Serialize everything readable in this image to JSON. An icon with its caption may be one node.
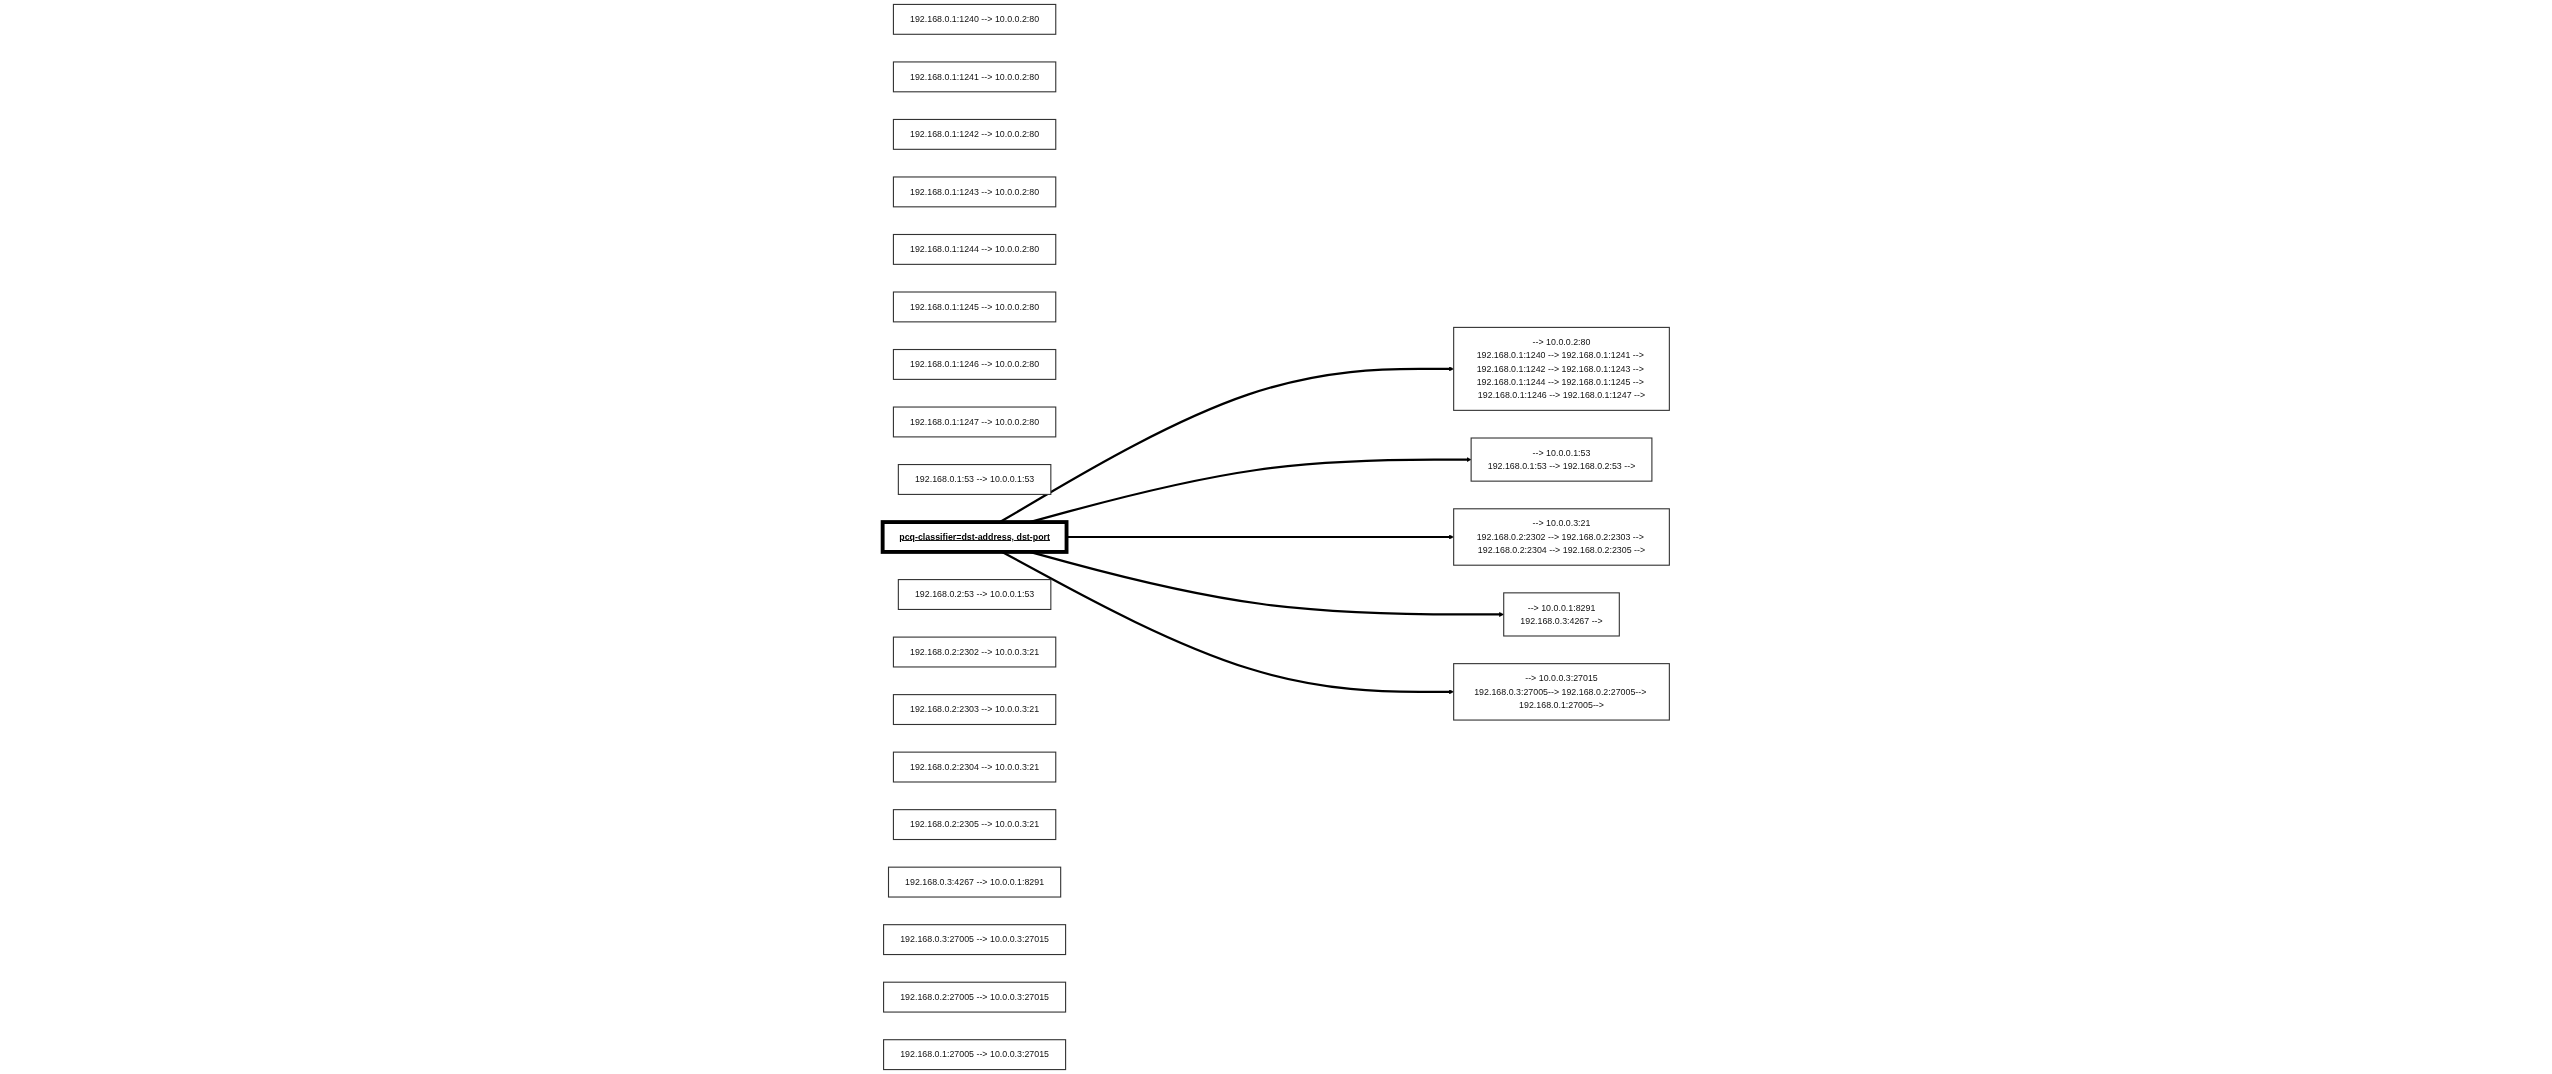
{
  "diagram": {
    "nodes": [
      {
        "text": [
          "192.168.0.1:1240 --> 10.0.0.2:80"
        ]
      },
      {
        "text": [
          "192.168.0.1:1241 --> 10.0.0.2:80"
        ]
      },
      {
        "text": [
          "192.168.0.1:1242 --> 10.0.0.2:80"
        ]
      },
      {
        "text": [
          "192.168.0.1:1243 --> 10.0.0.2:80"
        ]
      },
      {
        "text": [
          "192.168.0.1:1244 --> 10.0.0.2:80"
        ]
      },
      {
        "text": [
          "192.168.0.1:1245 --> 10.0.0.2:80"
        ]
      },
      {
        "text": [
          "192.168.0.1:1246 --> 10.0.0.2:80"
        ]
      },
      {
        "text": [
          "192.168.0.1:1247 --> 10.0.0.2:80"
        ]
      },
      {
        "text": [
          "192.168.0.1:53 --> 10.0.0.1:53"
        ]
      },
      {
        "text": [
          "192.168.0.2:53 --> 10.0.0.1:53"
        ]
      },
      {
        "text": [
          "192.168.0.2:2302 --> 10.0.0.3:21"
        ]
      },
      {
        "text": [
          "192.168.0.2:2303 --> 10.0.0.3:21"
        ]
      },
      {
        "text": [
          "192.168.0.2:2304 --> 10.0.0.3:21"
        ]
      },
      {
        "text": [
          "192.168.0.2:2305 --> 10.0.0.3:21"
        ]
      },
      {
        "text": [
          "192.168.0.3:4267 --> 10.0.0.1:8291"
        ]
      },
      {
        "text": [
          "192.168.0.3:27005 --> 10.0.0.3:27015"
        ]
      },
      {
        "text": [
          "192.168.0.2:27005 --> 10.0.0.3:27015"
        ]
      },
      {
        "text": [
          "192.168.0.1:27005 --> 10.0.0.3:27015"
        ]
      },
      {
        "text": [
          "pcq-classifier=dst-address, dst-port"
        ]
      },
      {
        "text": [
          "--> 10.0.0.2:80",
          "192.168.0.1:1240 --> 192.168.0.1:1241 --> 192.168.0.1:1242 --> 192.168.0.1:1243 --> 192.168.0.1:1244 --> 192.168.0.1:1245 --> 192.168.0.1:1246 --> 192.168.0.1:1247 -->"
        ]
      },
      {
        "text": [
          "--> 10.0.0.1:53",
          "192.168.0.1:53 --> 192.168.0.2:53 -->"
        ]
      },
      {
        "text": [
          "--> 10.0.0.3:21",
          "192.168.0.2:2302 --> 192.168.0.2:2303 --> 192.168.0.2:2304 --> 192.168.0.2:2305 -->"
        ]
      },
      {
        "text": [
          "--> 10.0.0.1:8291",
          "192.168.0.3:4267 -->"
        ]
      },
      {
        "text": [
          "--> 10.0.0.3:27015",
          "192.168.0.3:27005--> 192.168.0.2:27005--> 192.168.0.1:27005-->"
        ]
      }
    ],
    "edges": [
      {
        "from": 18,
        "to": 19,
        "arrow": "to"
      },
      {
        "from": 18,
        "to": 20,
        "arrow": "to"
      },
      {
        "from": 18,
        "to": 21,
        "arrow": "to"
      },
      {
        "from": 18,
        "to": 22,
        "arrow": "to"
      },
      {
        "from": 18,
        "to": 23,
        "arrow": "to"
      }
    ]
  }
}
